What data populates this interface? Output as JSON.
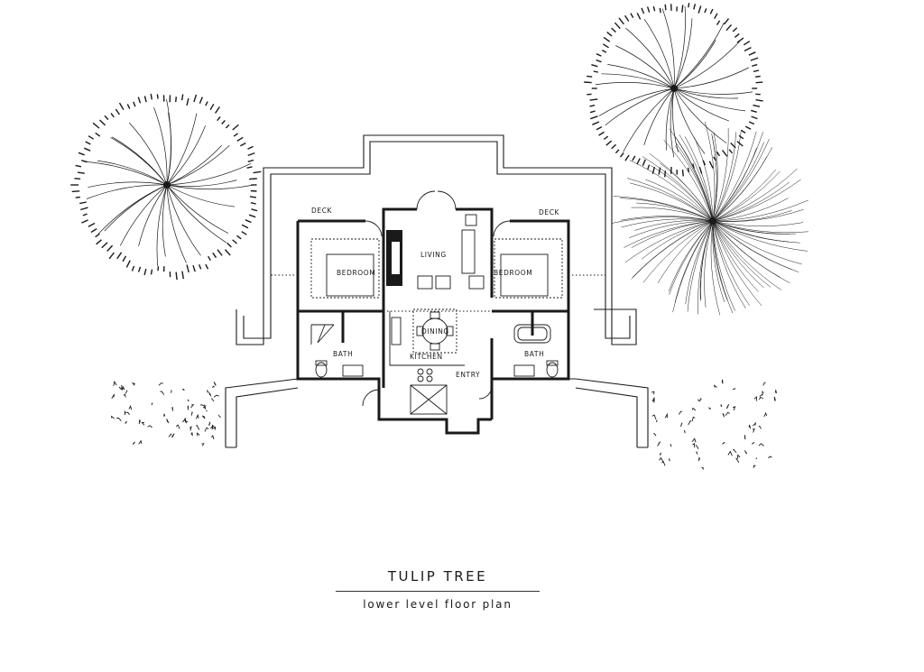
{
  "title": "TULIP TREE",
  "subtitle": "lower level floor plan",
  "rooms": {
    "deck_left": "DECK",
    "deck_right": "DECK",
    "living": "LIVING",
    "bedroom_left": "BEDROOM",
    "bedroom_right": "BEDROOM",
    "dining": "DINING",
    "bath_left": "BATH",
    "bath_right": "BATH",
    "kitchen": "KITCHEN",
    "entry": "ENTRY"
  },
  "colors": {
    "ink": "#1a1a1a",
    "paper": "#ffffff"
  }
}
